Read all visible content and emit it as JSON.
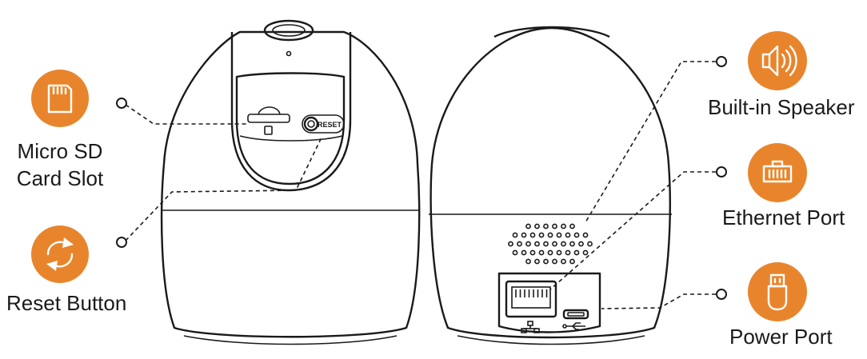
{
  "labels": {
    "micro_sd_line1": "Micro SD",
    "micro_sd_line2": "Card Slot",
    "reset_button": "Reset Button",
    "builtin_speaker": "Built-in Speaker",
    "ethernet_port": "Ethernet Port",
    "power_port": "Power Port"
  },
  "camera_front": {
    "reset_marking": "RESET"
  },
  "icons": {
    "micro_sd": "sd-card-icon",
    "reset": "refresh-icon",
    "speaker": "speaker-icon",
    "ethernet": "ethernet-icon",
    "power": "usb-icon"
  },
  "colors": {
    "badge": "#e8852c",
    "line": "#1a1a1a",
    "background": "#ffffff"
  }
}
